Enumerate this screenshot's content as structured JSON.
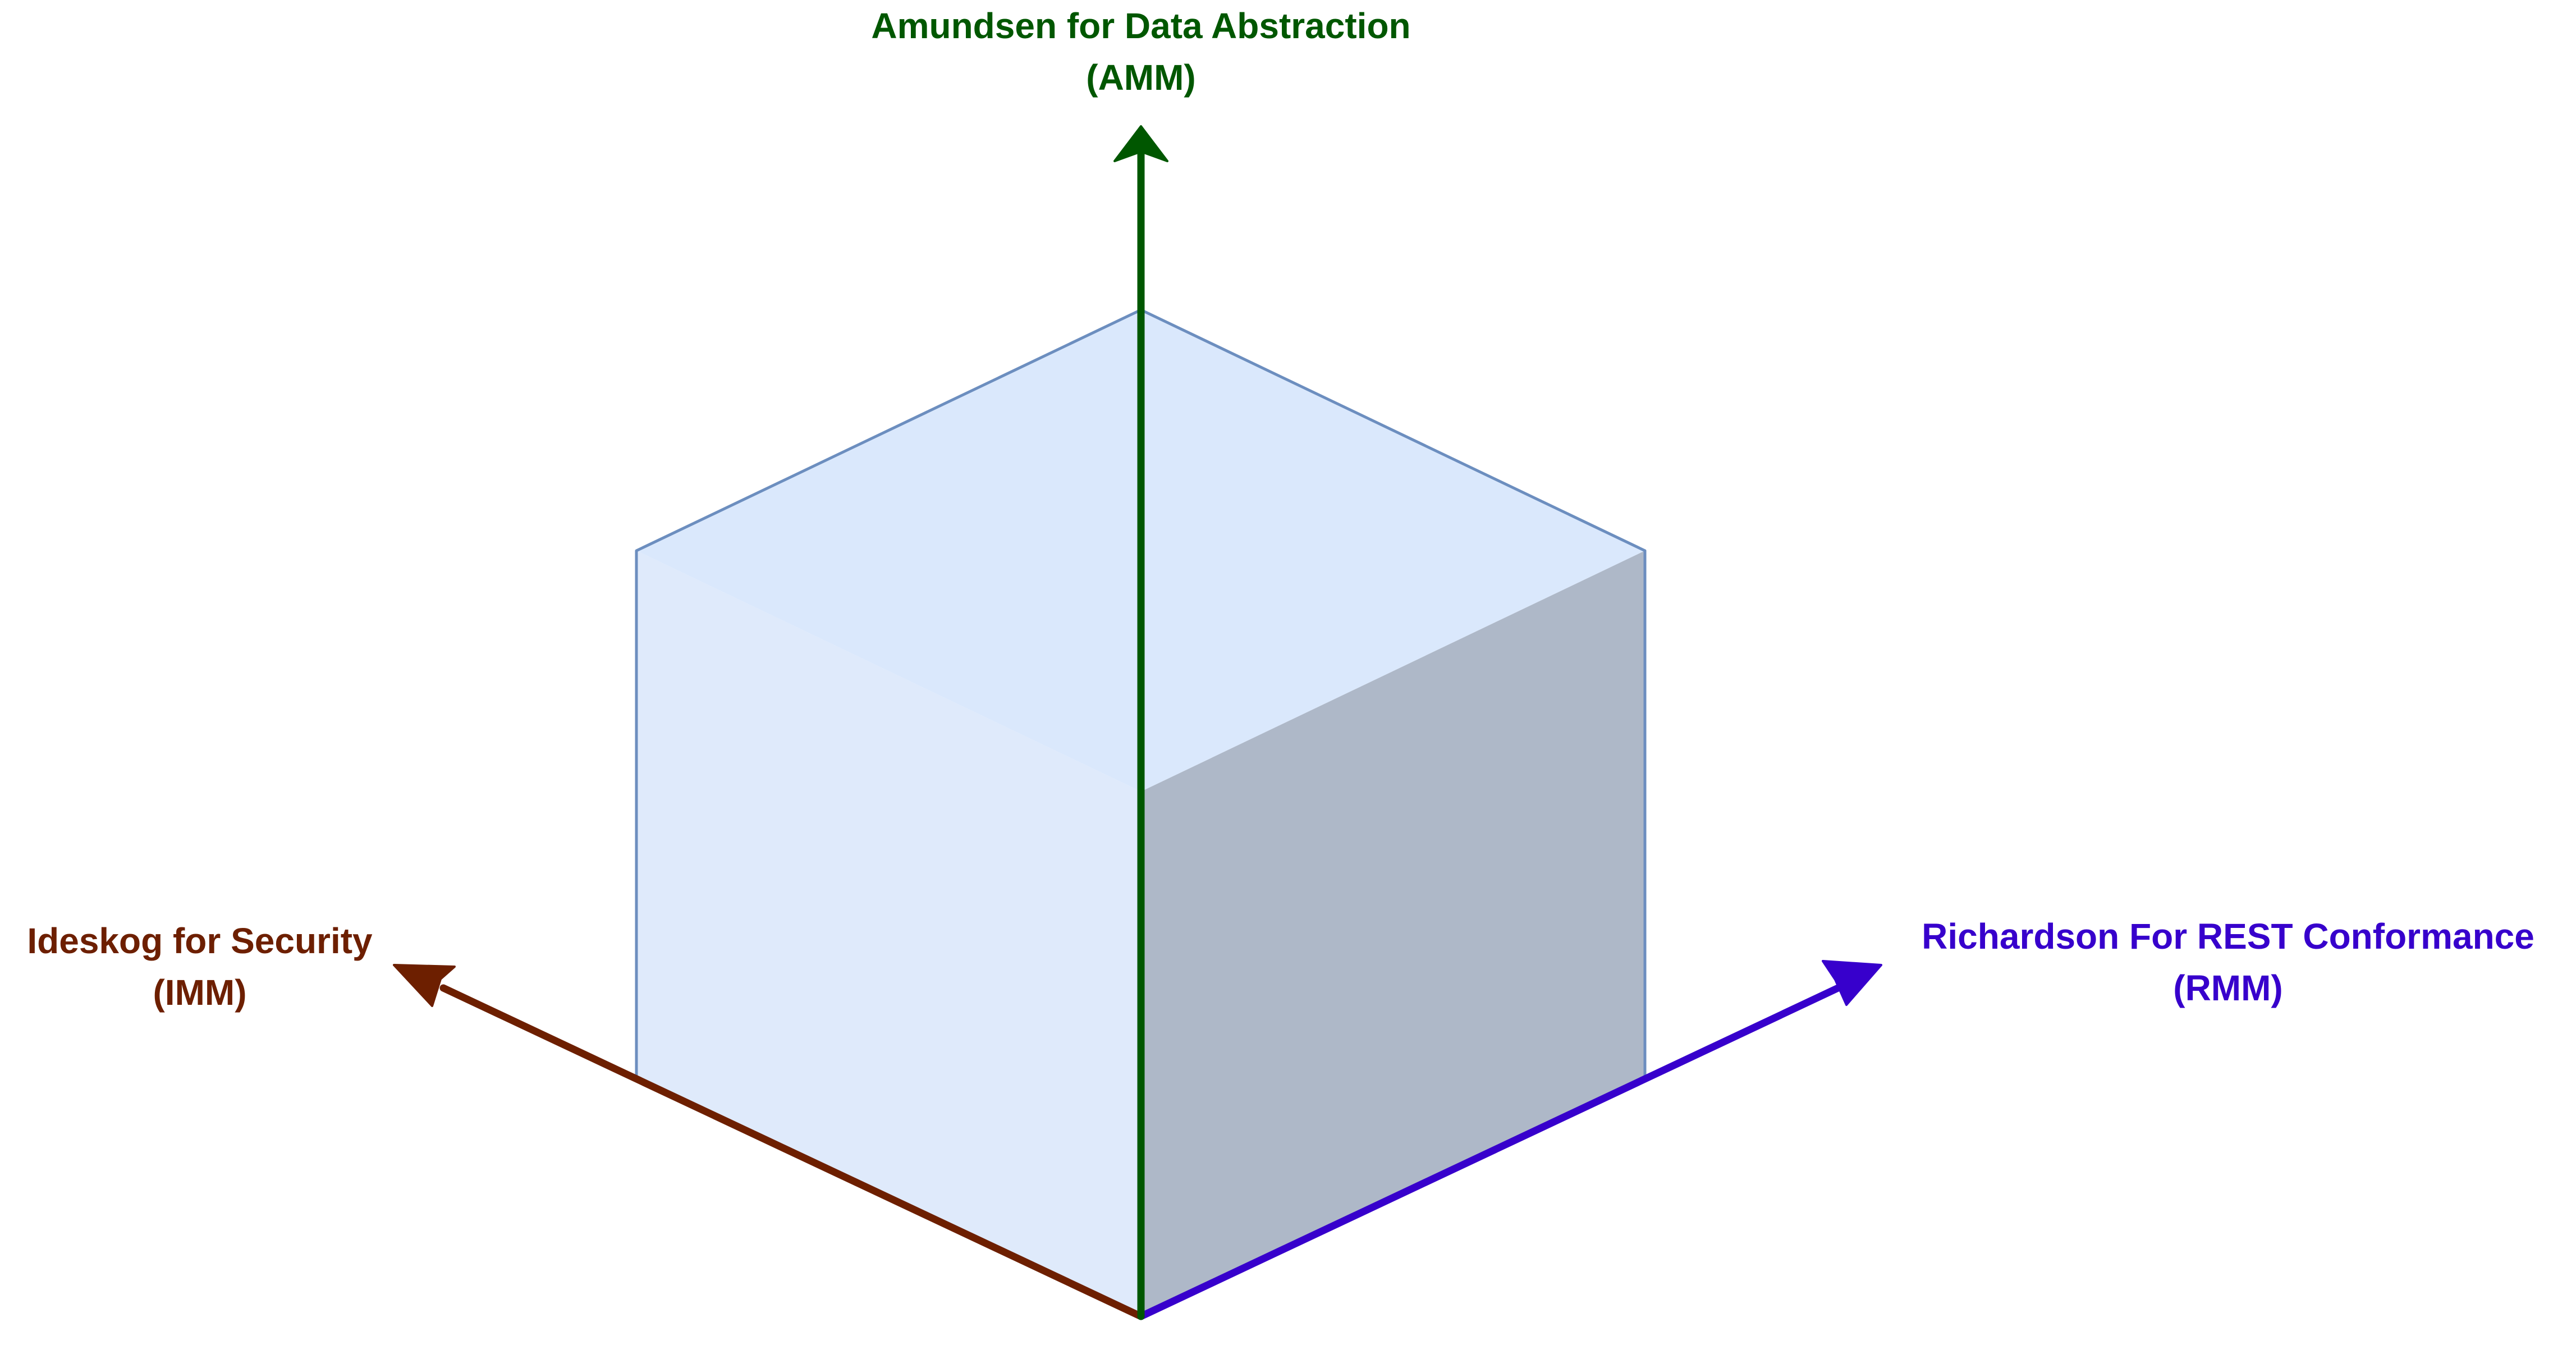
{
  "axes": {
    "vertical": {
      "title_line1": "Amundsen for Data Abstraction",
      "title_line2": "(AMM)",
      "color": "#005700"
    },
    "left": {
      "title_line1": "Ideskog for Security",
      "title_line2": "(IMM)",
      "color": "#6D1F00"
    },
    "right": {
      "title_line1": "Richardson For REST Conformance",
      "title_line2": "(RMM)",
      "color": "#3700CC"
    }
  },
  "cube": {
    "top_face_color": "#DAE8FC",
    "left_face_color": "#DFEAFB",
    "right_face_color": "#AEB8C8",
    "edge_color": "#6C8EBF"
  }
}
